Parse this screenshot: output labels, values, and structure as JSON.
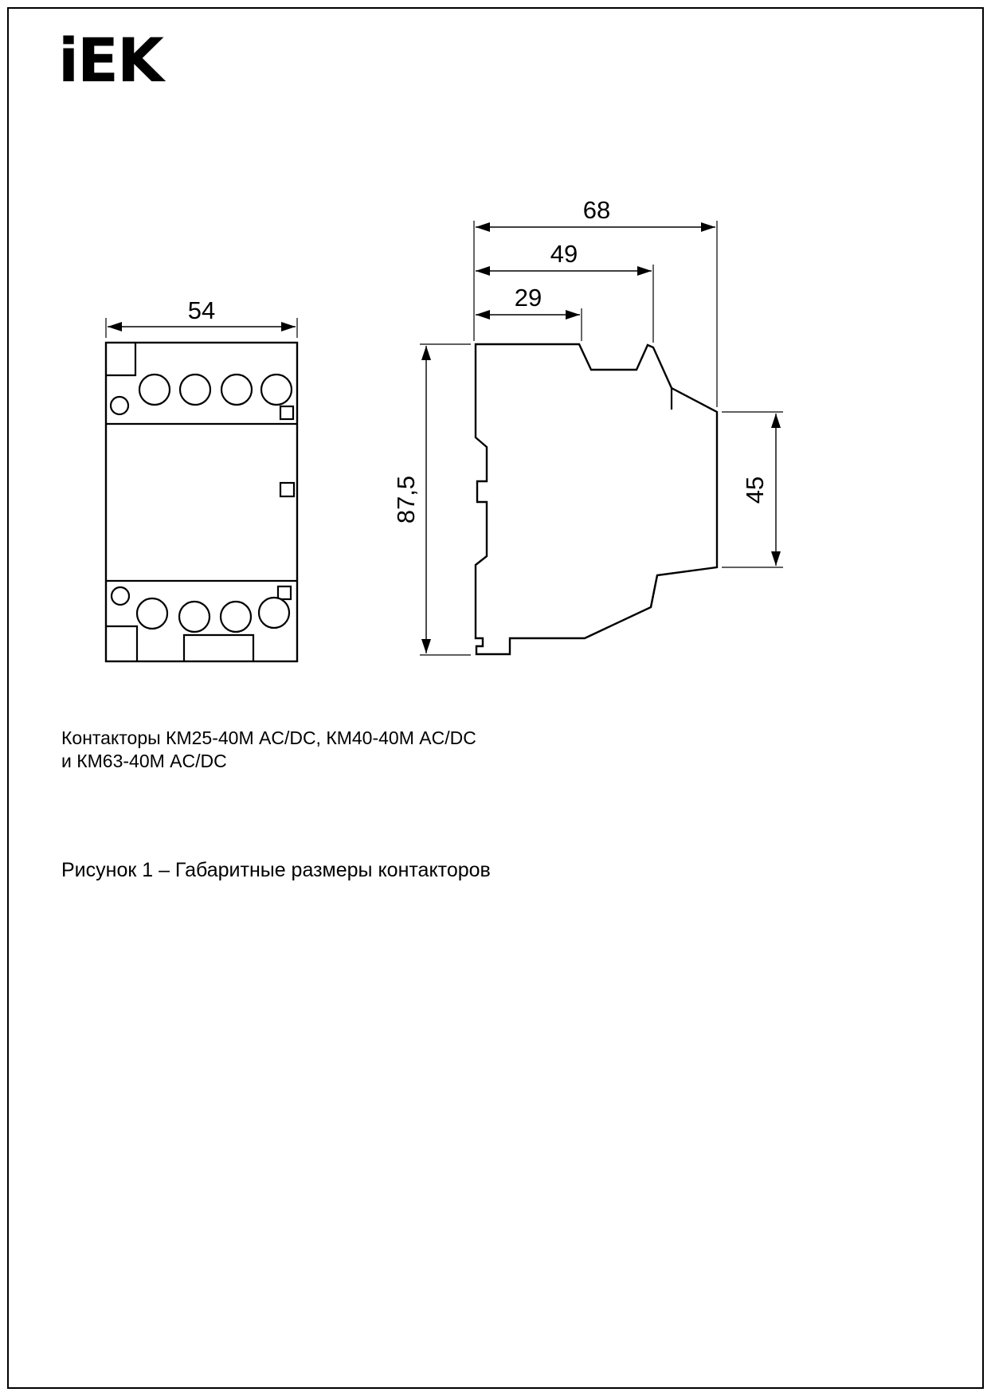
{
  "logo": {
    "text": "iEK"
  },
  "drawing": {
    "front_view": {
      "width_dim": "54"
    },
    "side_view": {
      "depth_total_dim": "68",
      "depth_upper_dim": "49",
      "depth_top_dim": "29",
      "height_dim": "87,5",
      "front_height_dim": "45"
    }
  },
  "captions": {
    "models_line1": "Контакторы КМ25-40М AC/DC, КМ40-40М AC/DC",
    "models_line2": "и КМ63-40М AC/DC",
    "figure_caption": "Рисунок 1 – Габаритные размеры контакторов"
  }
}
